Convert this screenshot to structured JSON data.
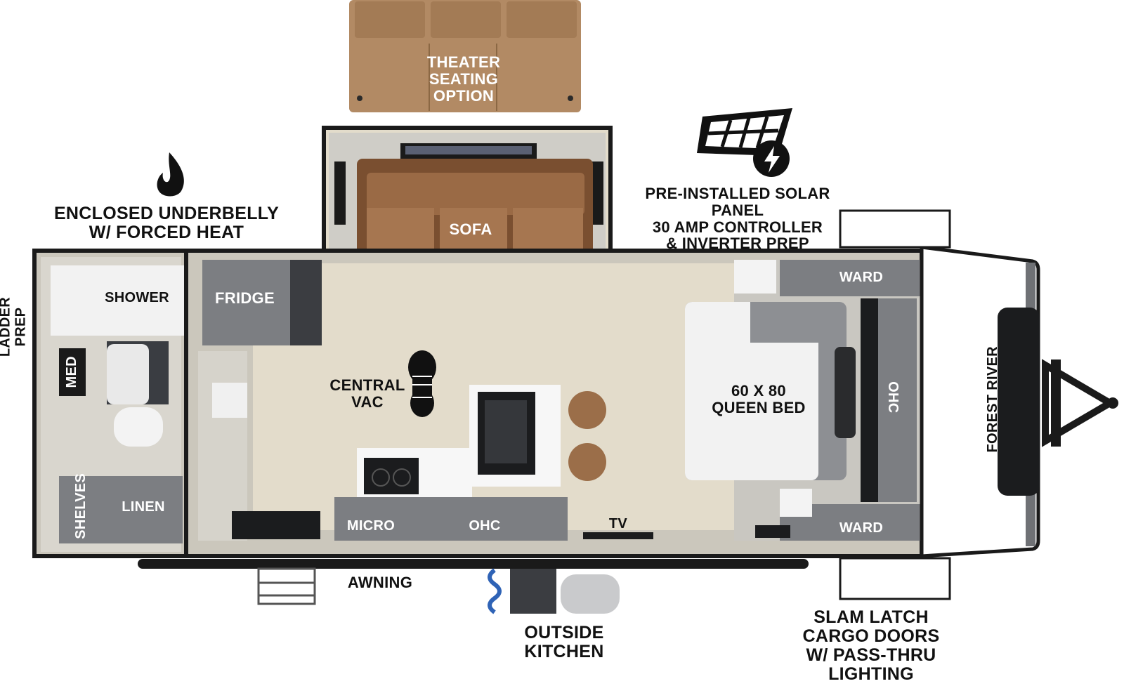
{
  "colors": {
    "floor": "#e3dccb",
    "wall": "#1a1a1a",
    "cabinet": "#7c7e82",
    "sofa": "#9a6a45",
    "theater": "#b28a64"
  },
  "callouts": {
    "theater": "THEATER\nSEATING\nOPTION",
    "underbelly": "ENCLOSED UNDERBELLY\nW/ FORCED HEAT",
    "solar": "PRE-INSTALLED SOLAR PANEL\n30 AMP CONTROLLER\n& INVERTER PREP",
    "ladder": "LADDER\nPREP",
    "awning": "AWNING",
    "outside_kitchen": "OUTSIDE\nKITCHEN",
    "cargo": "SLAM LATCH\nCARGO DOORS\nW/ PASS-THRU\nLIGHTING"
  },
  "rooms": {
    "sofa": "SOFA",
    "shower": "SHOWER",
    "fridge": "FRIDGE",
    "med": "MED",
    "shelves": "SHELVES",
    "linen": "LINEN",
    "central_vac": "CENTRAL\nVAC",
    "micro": "MICRO",
    "ohc_kitchen": "OHC",
    "tv": "TV",
    "bed": "60 X 80\nQUEEN BED",
    "ward_top": "WARD",
    "ward_bottom": "WARD",
    "ohc_bedroom": "OHC",
    "brand": "FOREST RIVER"
  },
  "icons": [
    "flame-icon",
    "solar-panel-icon",
    "boot-icon"
  ]
}
